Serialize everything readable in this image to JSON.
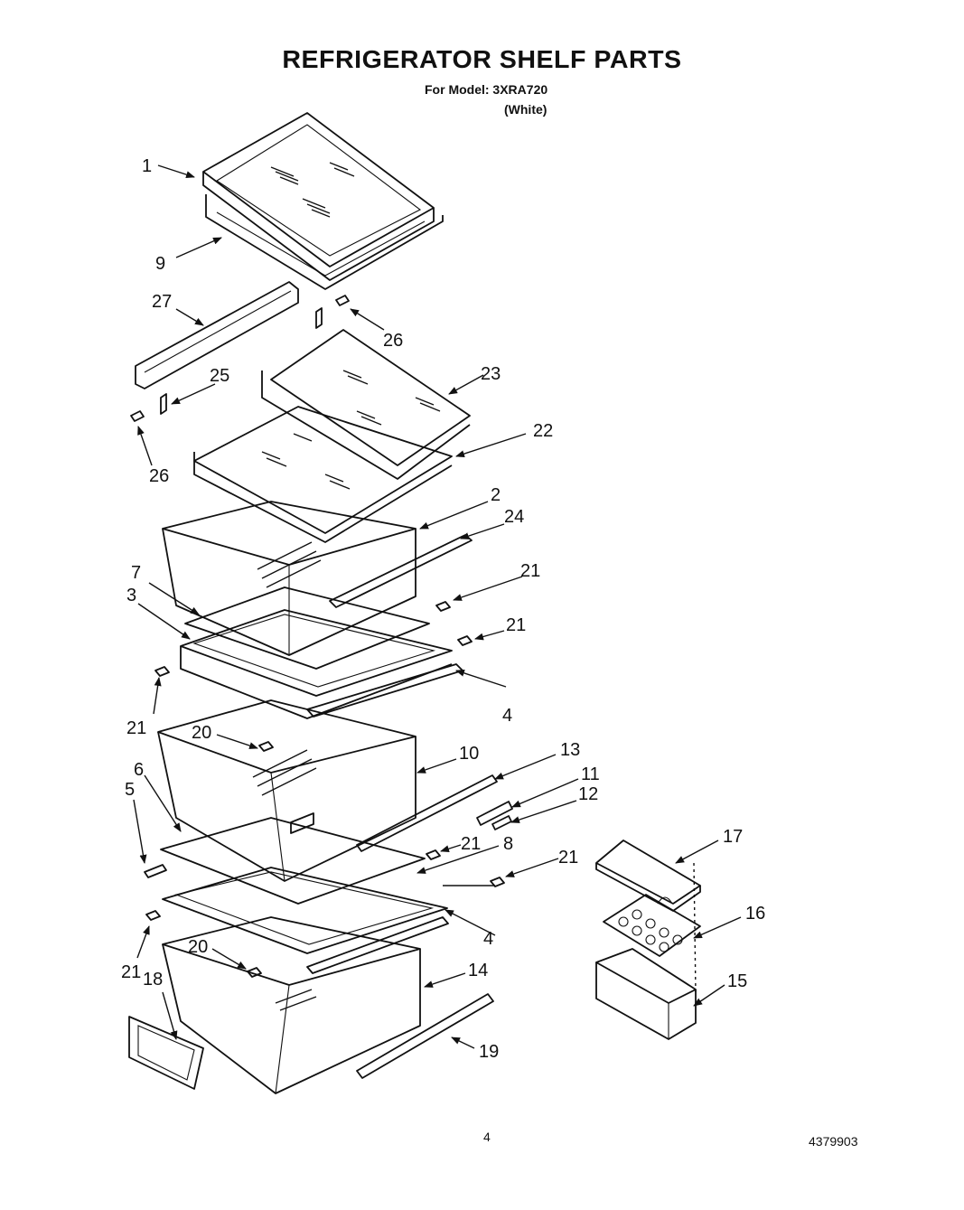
{
  "header": {
    "title": "REFRIGERATOR SHELF PARTS",
    "model_line": "For Model: 3XRA720",
    "color_line": "(White)"
  },
  "footer": {
    "page_number": "4",
    "document_number": "4379903"
  },
  "callouts": {
    "c1": "1",
    "c9": "9",
    "c27": "27",
    "c26a": "26",
    "c25": "25",
    "c23": "23",
    "c26b": "26",
    "c22": "22",
    "c2": "2",
    "c24": "24",
    "c7": "7",
    "c21a": "21",
    "c3": "3",
    "c21b": "21",
    "c21c": "21",
    "c4a": "4",
    "c20a": "20",
    "c10": "10",
    "c13": "13",
    "c6": "6",
    "c11": "11",
    "c5": "5",
    "c12": "12",
    "c17": "17",
    "c21d": "21",
    "c8": "8",
    "c21e": "21",
    "c16": "16",
    "c4b": "4",
    "c21f": "21",
    "c18": "18",
    "c20b": "20",
    "c14": "14",
    "c15": "15",
    "c19": "19"
  }
}
